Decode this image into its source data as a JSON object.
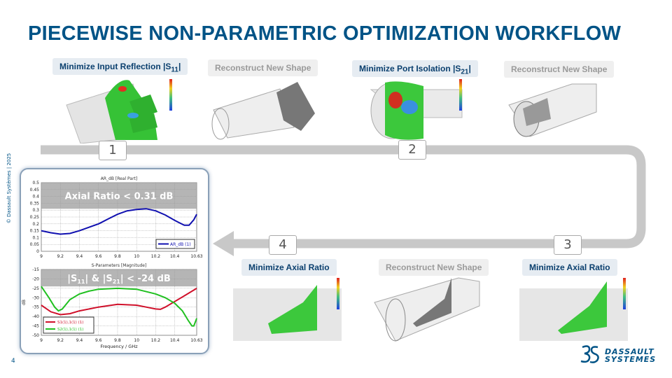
{
  "title": "PIECEWISE NON-PARAMETRIC OPTIMIZATION WORKFLOW",
  "copyright": "© Dassault Systèmes | 2025",
  "page_number": "4",
  "logo": {
    "line1": "DASSAULT",
    "line2": "SYSTEMES"
  },
  "steps": [
    {
      "label": "Minimize Input Reflection |S",
      "sub": "11",
      "tail": "|"
    },
    {
      "label": "Reconstruct New Shape"
    },
    {
      "label": "Minimize Port Isolation |S",
      "sub": "21",
      "tail": "|"
    },
    {
      "label": "Reconstruct New Shape"
    },
    {
      "label": "Minimize Axial Ratio"
    },
    {
      "label": "Reconstruct New Shape"
    },
    {
      "label": "Minimize Axial Ratio"
    }
  ],
  "numbers": [
    "1",
    "2",
    "3",
    "4"
  ],
  "colors": {
    "brand": "#005386",
    "track": "#c8c8c8",
    "ar": "#1010b0",
    "s11": "#d0102a",
    "s21": "#20c020",
    "green": "#3cc83c"
  },
  "chart_data": [
    {
      "type": "line",
      "title": "AR_dB [Real Part]",
      "xlabel": "",
      "ylabel": "",
      "xlim": [
        9,
        10.63
      ],
      "ylim": [
        0,
        0.5
      ],
      "xticks": [
        "9",
        "9.2",
        "9.4",
        "9.6",
        "9.8",
        "10",
        "10.2",
        "10.4",
        "10.63"
      ],
      "yticks": [
        "0",
        "0.05",
        "0.1",
        "0.15",
        "0.2",
        "0.25",
        "0.3",
        "0.35",
        "0.4",
        "0.45",
        "0.5"
      ],
      "annotation": "Axial Ratio < 0.31 dB",
      "threshold": 0.31,
      "legend": "bottom-right",
      "series": [
        {
          "name": "AR_dB (1)",
          "x": [
            9,
            9.1,
            9.2,
            9.3,
            9.4,
            9.5,
            9.6,
            9.63,
            9.7,
            9.8,
            9.9,
            10,
            10.1,
            10.2,
            10.3,
            10.4,
            10.5,
            10.55,
            10.6,
            10.63
          ],
          "y": [
            0.15,
            0.135,
            0.125,
            0.13,
            0.15,
            0.175,
            0.2,
            0.21,
            0.235,
            0.27,
            0.295,
            0.305,
            0.31,
            0.295,
            0.265,
            0.225,
            0.19,
            0.19,
            0.23,
            0.27
          ]
        }
      ]
    },
    {
      "type": "line",
      "title": "S-Parameters [Magnitude]",
      "xlabel": "Frequency / GHz",
      "ylabel": "dB",
      "xlim": [
        9,
        10.63
      ],
      "ylim": [
        -50,
        -15
      ],
      "xticks": [
        "9",
        "9.2",
        "9.4",
        "9.6",
        "9.8",
        "10",
        "10.2",
        "10.4",
        "10.63"
      ],
      "yticks": [
        "-50",
        "-45",
        "-40",
        "-35",
        "-30",
        "-25",
        "-20",
        "-15"
      ],
      "annotation_parts": [
        "|S",
        "11",
        "| & |S",
        "21",
        "| < -24 dB"
      ],
      "threshold": -24,
      "legend": "bottom-left",
      "series": [
        {
          "name": "S1(1),1(1) (1)",
          "x": [
            9,
            9.1,
            9.2,
            9.3,
            9.4,
            9.6,
            9.8,
            10,
            10.1,
            10.2,
            10.25,
            10.3,
            10.4,
            10.5,
            10.63
          ],
          "y": [
            -34,
            -37.5,
            -39,
            -38.5,
            -37,
            -35,
            -33.5,
            -34,
            -35,
            -36,
            -36.2,
            -35,
            -32,
            -29,
            -25
          ]
        },
        {
          "name": "S2(1),1(1) (1)",
          "x": [
            9,
            9.08,
            9.14,
            9.18,
            9.22,
            9.3,
            9.4,
            9.5,
            9.6,
            9.8,
            10,
            10.2,
            10.3,
            10.4,
            10.48,
            10.54,
            10.58,
            10.6,
            10.63
          ],
          "y": [
            -24,
            -30,
            -35,
            -37,
            -36,
            -31,
            -28,
            -26.5,
            -25.5,
            -25,
            -25.5,
            -28,
            -30,
            -33,
            -37,
            -42,
            -45,
            -45,
            -41
          ]
        }
      ]
    }
  ]
}
